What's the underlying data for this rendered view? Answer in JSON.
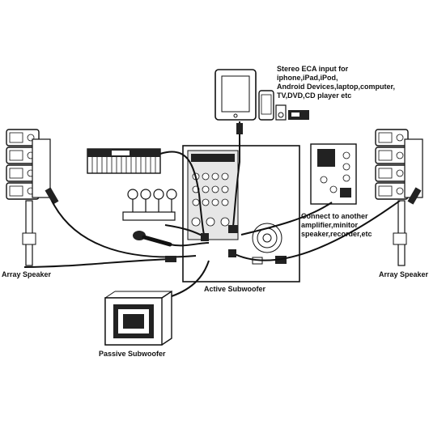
{
  "labels": {
    "stereo_input": "Stereo ECA input for iphone,iPad,iPod,\nAndroid Devices,laptop,computer,\nTV,DVD,CD player etc",
    "connect_another": "Connect to another\namplifier,minitor\nspeaker,recorder,etc",
    "array_left": "Array Speaker",
    "array_right": "Array Speaker",
    "active_sub": "Active Subwoofer",
    "passive_sub": "Passive Subwoofer"
  },
  "colors": {
    "line": "#111111",
    "fill": "#ffffff",
    "panel": "#e6e6e6",
    "dark": "#222222"
  },
  "icons": [
    "tablet-icon",
    "phone-icon",
    "mp3-player-icon",
    "cd-player-icon",
    "keyboard-icon",
    "microphone-set-icon",
    "handheld-microphone-icon",
    "array-speaker-icon",
    "mixer-panel-icon",
    "amplifier-module-icon",
    "passive-subwoofer-icon"
  ]
}
